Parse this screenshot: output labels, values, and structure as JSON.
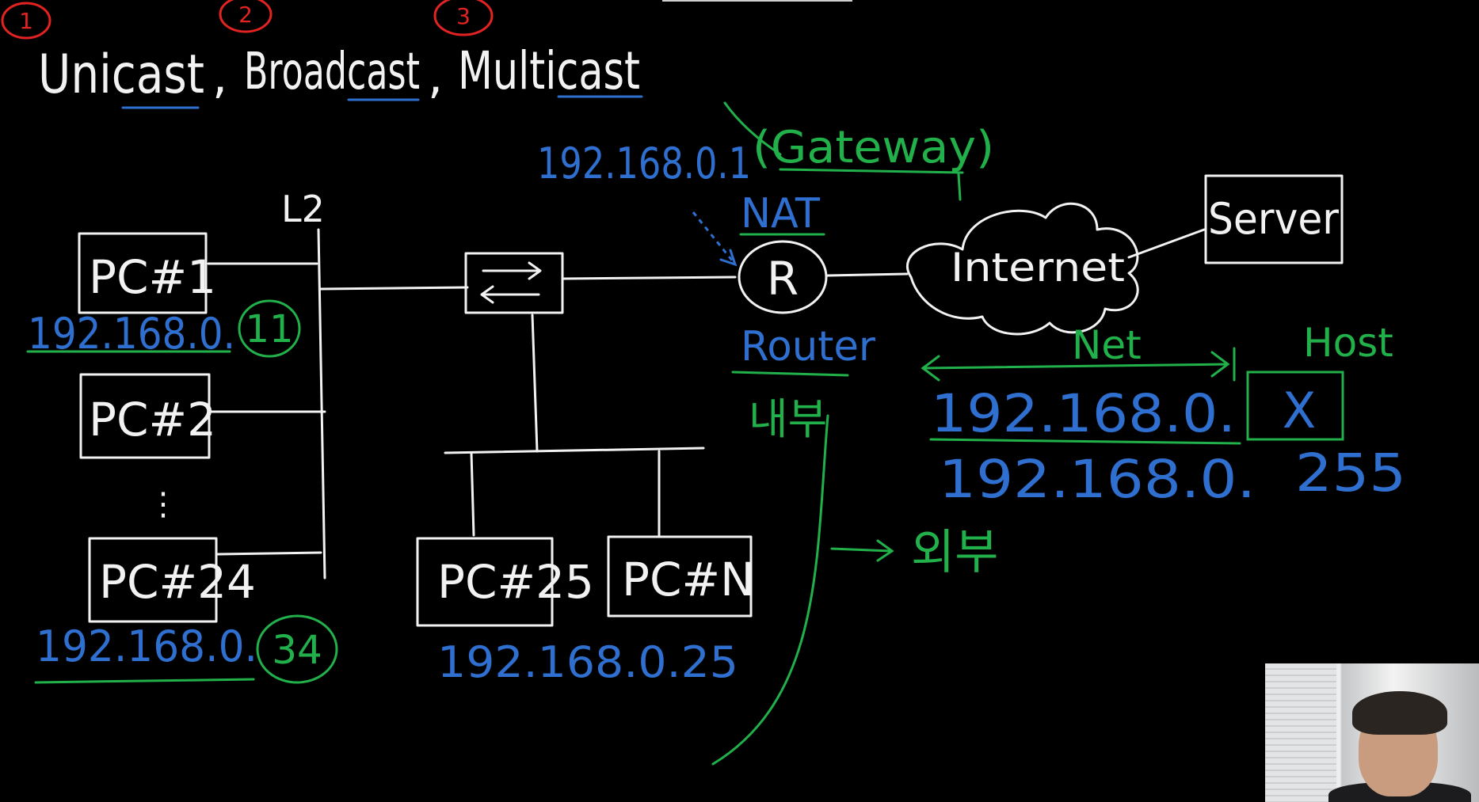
{
  "title": {
    "numbers": [
      "1",
      "2",
      "3"
    ],
    "unicast": "Unicast",
    "comma1": ",",
    "broadcast": "Broadcast",
    "comma2": ",",
    "multicast": "Multicast"
  },
  "switch_label": "L2",
  "pcs": {
    "pc1": "PC#1",
    "pc2": "PC#2",
    "dots": "⋮",
    "pc24": "PC#24",
    "pc25": "PC#25",
    "pcn": "PC#N"
  },
  "ips": {
    "pc1_prefix": "192.168.0.",
    "pc1_host": "11",
    "pc24_prefix": "192.168.0.",
    "pc24_host": "34",
    "pc25": "192.168.0.25",
    "gateway_ip": "192.168.0.1",
    "gateway_label": "(Gateway)"
  },
  "router": {
    "nat": "NAT",
    "symbol": "R",
    "label": "Router",
    "inside": "내부",
    "outside": "외부"
  },
  "internet": "Internet",
  "server": "Server",
  "addressing": {
    "net_label": "Net",
    "host_label": "Host",
    "net_part": "192.168.0.",
    "host_part": "X",
    "broadcast_prefix": "192.168.0.",
    "broadcast_host": "255"
  },
  "colors": {
    "chalk": "#f2f2f2",
    "blue": "#2f6fd0",
    "green": "#21b04a",
    "red": "#e32222",
    "background": "#000000"
  },
  "icons": [
    "switch-arrows-icon",
    "cloud-icon",
    "arrow-right-icon"
  ]
}
